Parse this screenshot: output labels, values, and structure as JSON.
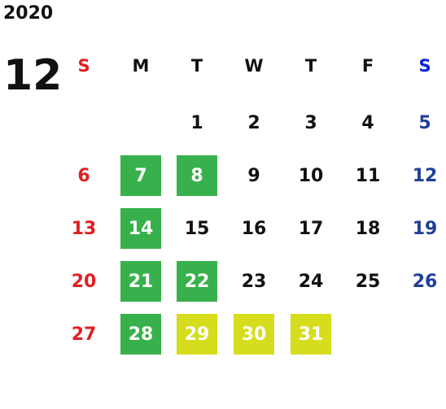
{
  "calendar": {
    "year": "2020",
    "month": "12",
    "weekdays": [
      "S",
      "M",
      "T",
      "W",
      "T",
      "F",
      "S"
    ],
    "weeks": [
      [
        "",
        "",
        "1",
        "2",
        "3",
        "4",
        "5"
      ],
      [
        "6",
        "7",
        "8",
        "9",
        "10",
        "11",
        "12"
      ],
      [
        "13",
        "14",
        "15",
        "16",
        "17",
        "18",
        "19"
      ],
      [
        "20",
        "21",
        "22",
        "23",
        "24",
        "25",
        "26"
      ],
      [
        "27",
        "28",
        "29",
        "30",
        "31",
        "",
        ""
      ]
    ],
    "highlights": {
      "green": [
        "7",
        "8",
        "14",
        "21",
        "22",
        "28"
      ],
      "yellow": [
        "29",
        "30",
        "31"
      ]
    },
    "colors": {
      "sunday": "#e02020",
      "saturday": "#1f3f99",
      "saturday_header": "#0a22d9",
      "green": "#38b14c",
      "yellow": "#d5dd1d",
      "text": "#111111"
    }
  }
}
